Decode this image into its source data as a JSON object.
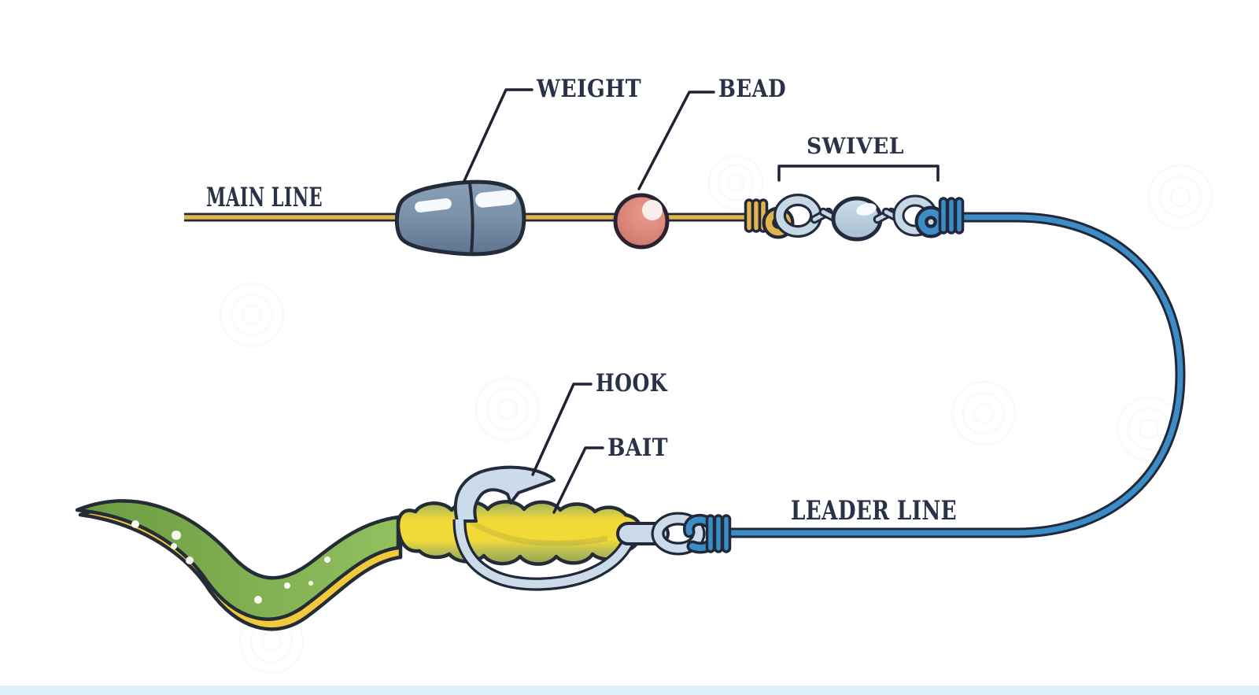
{
  "figure": {
    "type": "outline-diagram",
    "subject": "fishing rig setup with rod line components",
    "labels": {
      "main_line": "MAIN LINE",
      "weight": "WEIGHT",
      "bead": "BEAD",
      "swivel": "SWIVEL",
      "hook": "HOOK",
      "bait": "BAIT",
      "leader_line": "LEADER LINE"
    },
    "parts": [
      "main line",
      "weight",
      "bead",
      "swivel",
      "leader line",
      "hook",
      "bait"
    ],
    "colors": {
      "background": "#ffffff",
      "label_text": "#2A3247",
      "pointer_line": "#1E2433",
      "outline_dark": "#20283A",
      "main_line_yellow": "#E2B44C",
      "leader_line_blue": "#3C8DC5",
      "weight_steel_blue": "#7B91A8",
      "bead_coral": "#DD8A7C",
      "swivel_light_blue": "#C6D7E6",
      "hook_light_blue": "#CBDBEA",
      "bait_yellow": "#F2DB36",
      "bait_olive": "#A2AE55",
      "tail_green": "#7BA94C",
      "tail_yellow_edge": "#F2C93D",
      "footer_strip": "#DDEFF8"
    }
  }
}
